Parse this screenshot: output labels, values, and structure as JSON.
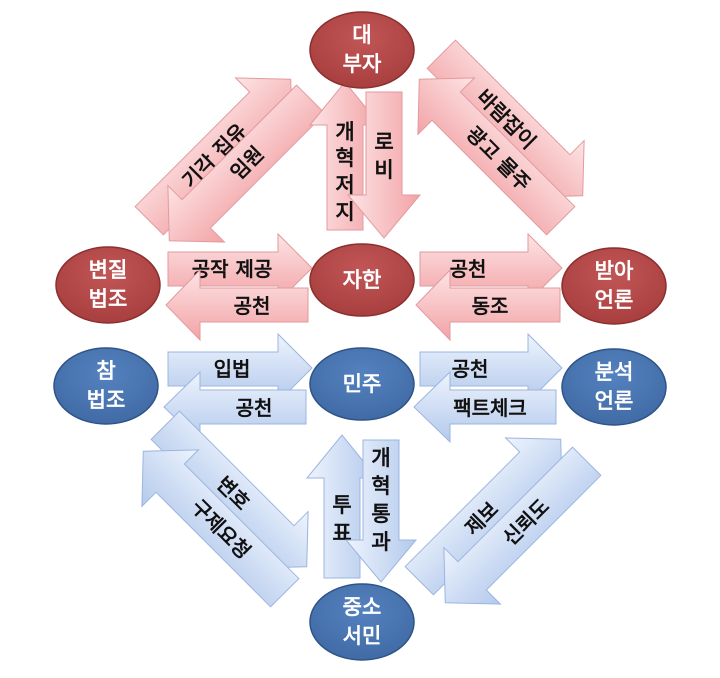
{
  "colors": {
    "red_node": "#b44848",
    "red_node_stroke": "#8c2f2f",
    "red_arrow_light": "#fde3e4",
    "red_arrow_dark": "#f3a5a8",
    "red_arrow_stroke": "#e89a9d",
    "blue_node": "#4a74b0",
    "blue_node_stroke": "#2e5488",
    "blue_arrow_light": "#eaf1fc",
    "blue_arrow_dark": "#b5cbee",
    "blue_arrow_stroke": "#9db6df"
  },
  "nodes": {
    "top": {
      "line1": "대",
      "line2": "부자"
    },
    "left_red": {
      "line1": "변질",
      "line2": "법조"
    },
    "center_red": {
      "label": "자한"
    },
    "right_red": {
      "line1": "받아",
      "line2": "언론"
    },
    "left_blue": {
      "line1": "참",
      "line2": "법조"
    },
    "center_blue": {
      "label": "민주"
    },
    "right_blue": {
      "line1": "분석",
      "line2": "언론"
    },
    "bottom": {
      "line1": "중소",
      "line2": "서민"
    }
  },
  "arrows": {
    "red_diag_left_up": {
      "label": "기각 집유"
    },
    "red_diag_left_down": {
      "label": "임원"
    },
    "red_vert_up": {
      "chars": [
        "개",
        "혁",
        "저",
        "지"
      ]
    },
    "red_vert_down": {
      "chars": [
        "로",
        "비"
      ]
    },
    "red_diag_right_down": {
      "label": "바람잡이"
    },
    "red_diag_right_up": {
      "label": "광고 몰주"
    },
    "red_left_right": {
      "label": "공작 제공"
    },
    "red_left_left": {
      "label": "공천"
    },
    "red_right_right": {
      "label": "공천"
    },
    "red_right_left": {
      "label": "동조"
    },
    "blue_left_right": {
      "label": "입법"
    },
    "blue_left_left": {
      "label": "공천"
    },
    "blue_right_right": {
      "label": "공천"
    },
    "blue_right_left": {
      "label": "팩트체크"
    },
    "blue_diag_left_down": {
      "label": "변호"
    },
    "blue_diag_left_up": {
      "label": "구제요청"
    },
    "blue_vert_up": {
      "chars": [
        "투",
        "표"
      ]
    },
    "blue_vert_down": {
      "chars": [
        "개",
        "혁",
        "통",
        "과"
      ]
    },
    "blue_diag_right_up": {
      "label": "제보"
    },
    "blue_diag_right_down": {
      "label": "신뢰도"
    }
  }
}
